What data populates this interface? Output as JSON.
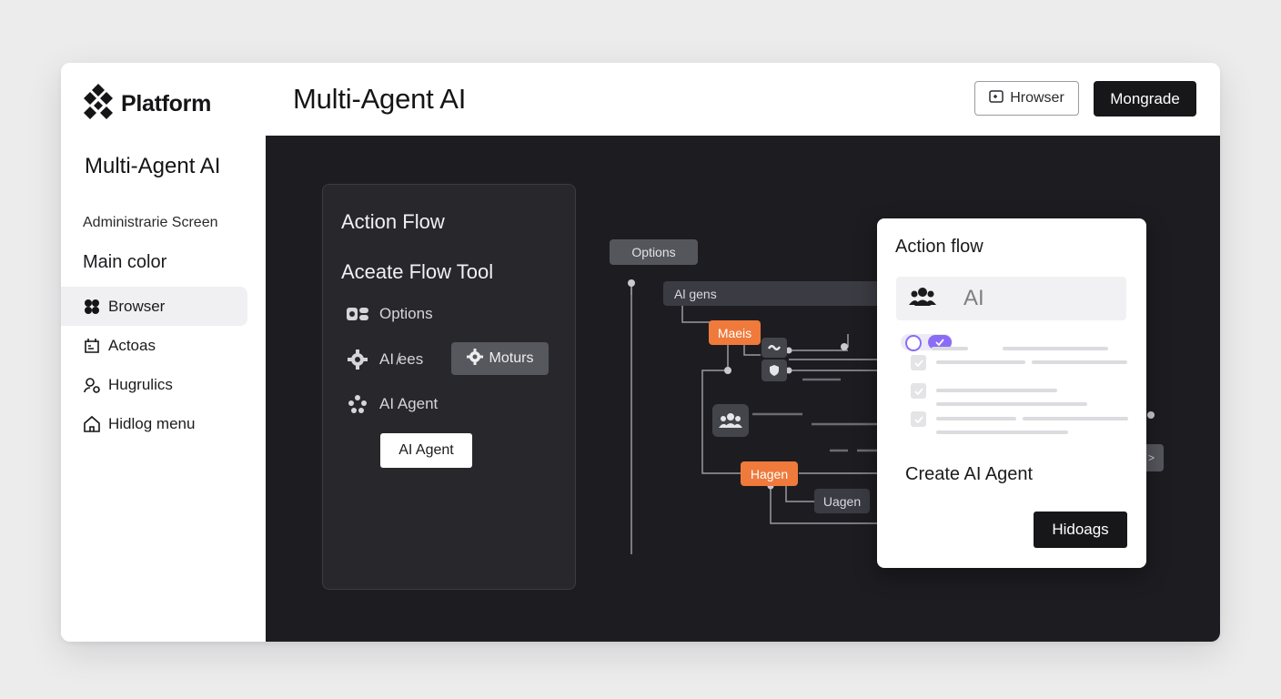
{
  "brand": {
    "name": "Platform",
    "logo_icon": "diamond-grid-icon"
  },
  "sidebar": {
    "title": "Multi-Agent AI",
    "subtitle": "Administrarie Screen",
    "section": "Main color",
    "items": [
      {
        "label": "Browser",
        "icon": "cluster-icon",
        "active": true
      },
      {
        "label": "Actoas",
        "icon": "calendar-icon",
        "active": false
      },
      {
        "label": "Hugrulics",
        "icon": "user-settings-icon",
        "active": false
      },
      {
        "label": "Hidlog menu",
        "icon": "home-icon",
        "active": false
      }
    ]
  },
  "header": {
    "title": "Multi-Agent AI",
    "browser_button": "Hrowser",
    "primary_button": "Mongrade"
  },
  "flow_panel": {
    "title": "Action Flow",
    "subtitle": "Aceate Flow Tool",
    "rows": [
      {
        "label": "Options",
        "icon": "toggle-icon"
      },
      {
        "label": "AI ̸ees",
        "icon": "gear-icon"
      },
      {
        "label": "AI Agent",
        "icon": "dots-cluster-icon"
      }
    ],
    "chip": "Moturs",
    "button": "AI Agent"
  },
  "diagram": {
    "nodes": {
      "options": "Options",
      "ai_gens": "Al ɡens",
      "maeis": "Maeis",
      "hagen": "Hagen",
      "uagen": "Uagen"
    }
  },
  "card": {
    "title": "Action flow",
    "ai_label": "AI",
    "create_label": "Create AI Agent",
    "button": "Hidoags"
  },
  "colors": {
    "accent_orange": "#ef7a3b",
    "toggle_purple": "#8b6cf6",
    "canvas_bg": "#1d1d21",
    "dark_button": "#17171a"
  }
}
